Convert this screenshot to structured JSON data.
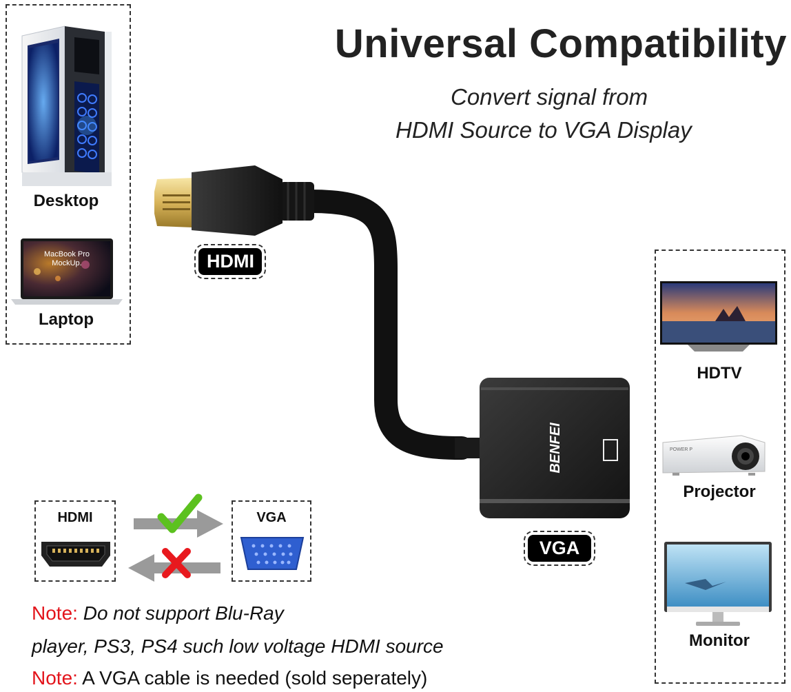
{
  "header": {
    "title": "Universal Compatibility",
    "subtitle_line1": "Convert signal from",
    "subtitle_line2": "HDMI Source to VGA Display"
  },
  "sources": {
    "desktop_label": "Desktop",
    "laptop_label": "Laptop",
    "laptop_screen_line1": "MacBook Pro",
    "laptop_screen_line2": "MockUp."
  },
  "displays": {
    "hdtv_label": "HDTV",
    "projector_label": "Projector",
    "monitor_label": "Monitor",
    "projector_brand": "POWER P"
  },
  "cable": {
    "hdmi_tag": "HDMI",
    "vga_tag": "VGA",
    "brand": "BENFEI"
  },
  "direction": {
    "hdmi_label": "HDMI",
    "vga_label": "VGA"
  },
  "notes": {
    "note1_prefix": "Note:",
    "note1_text": " Do not support Blu-Ray",
    "note1_cont": "player, PS3, PS4 such low voltage HDMI source",
    "note2_prefix": "Note:",
    "note2_text": " A VGA cable is needed (sold seperately)"
  },
  "colors": {
    "note_red": "#e3141b",
    "check_green": "#5cc11f",
    "cross_red": "#e8191e",
    "arrow_gray": "#9a9a9a",
    "vga_blue": "#2f5fd0"
  }
}
